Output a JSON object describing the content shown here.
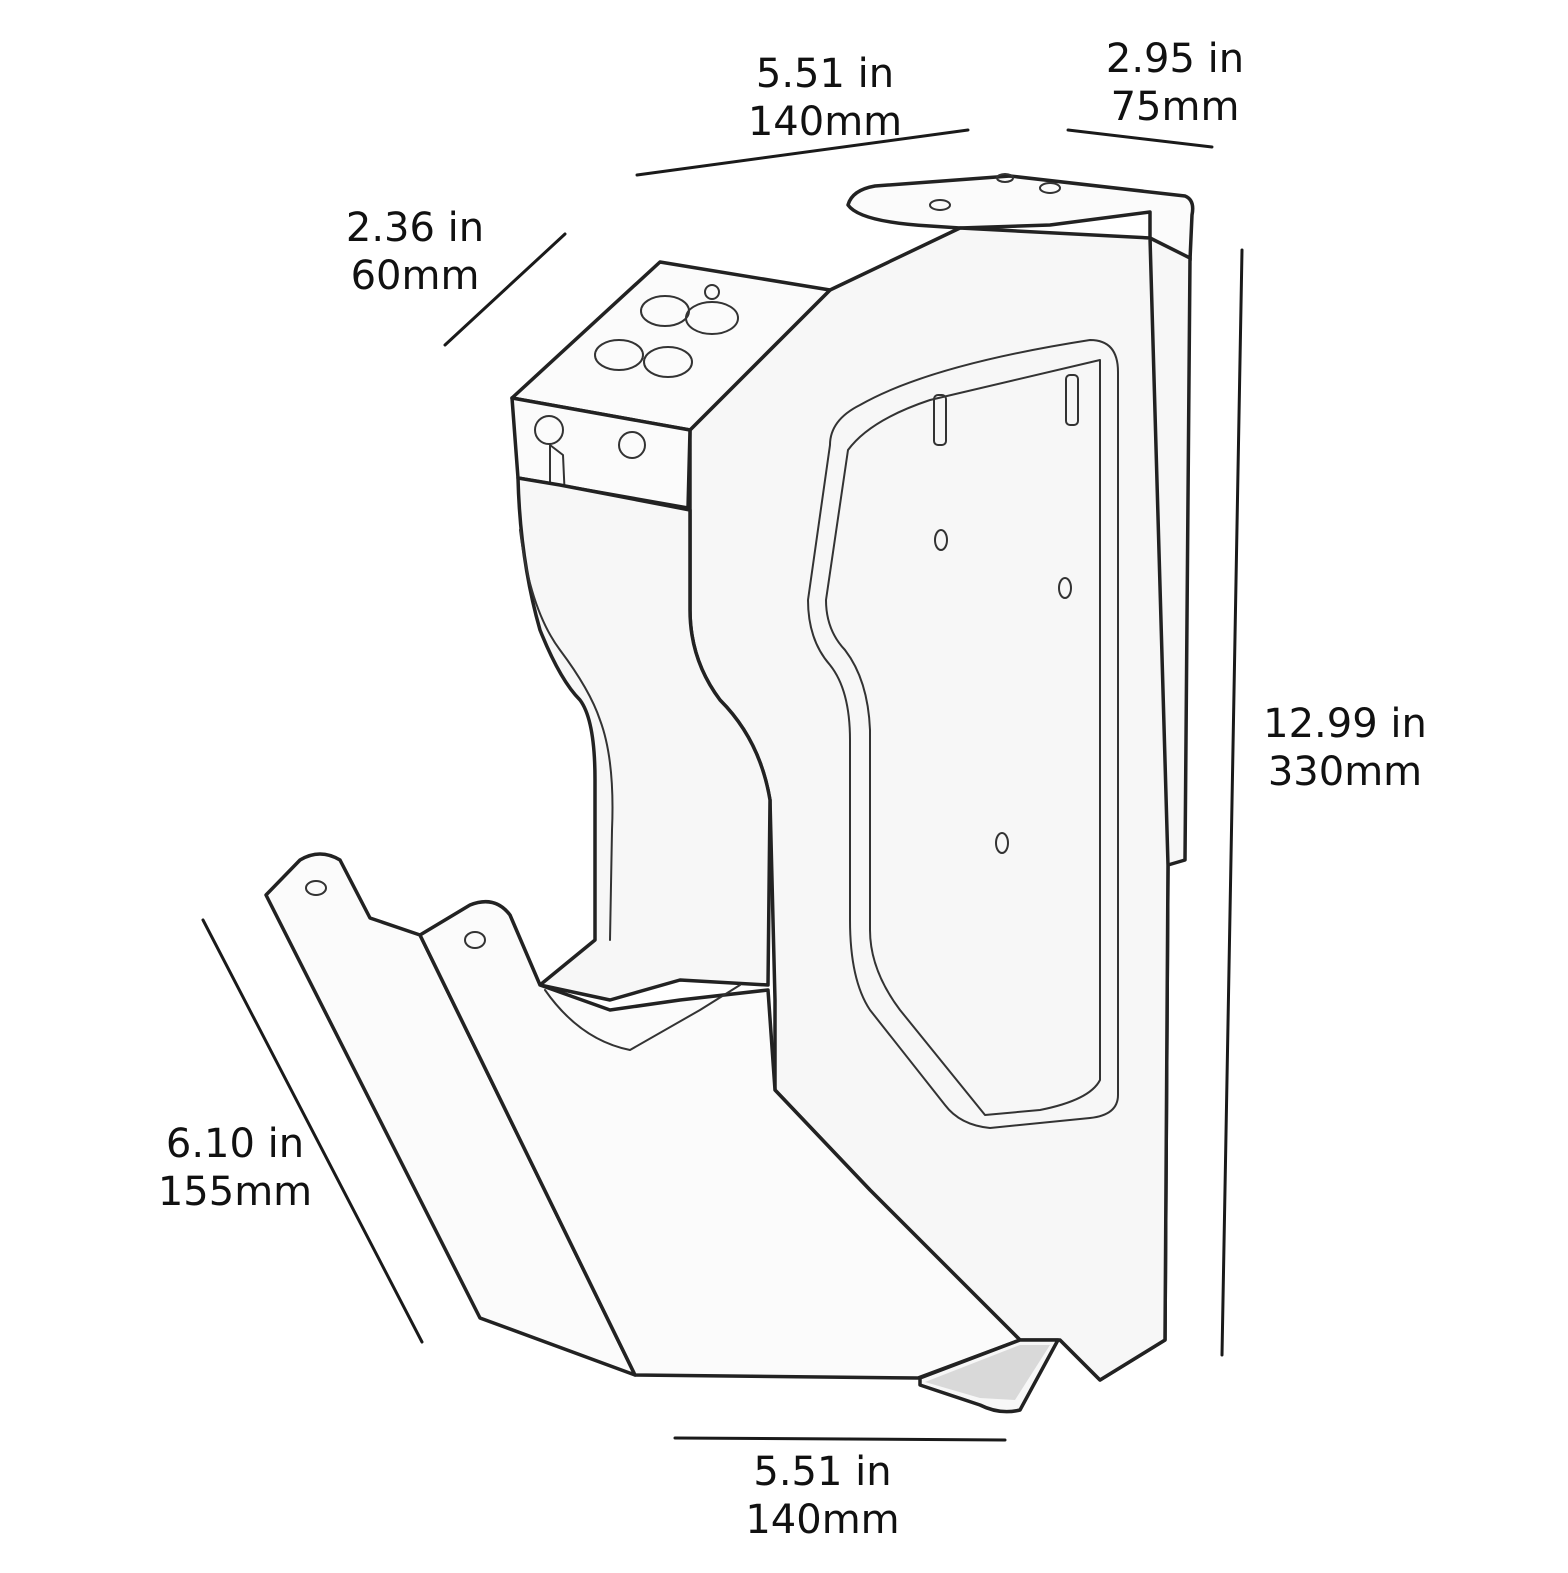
{
  "dimensions": {
    "top_width": {
      "inches": "5.51 in",
      "mm": "140mm"
    },
    "top_depth": {
      "inches": "2.95 in",
      "mm": "75mm"
    },
    "lid_depth": {
      "inches": "2.36 in",
      "mm": "60mm"
    },
    "height": {
      "inches": "12.99 in",
      "mm": "330mm"
    },
    "drawer_depth": {
      "inches": "6.10 in",
      "mm": "155mm"
    },
    "bottom_width": {
      "inches": "5.51 in",
      "mm": "140mm"
    }
  },
  "colors": {
    "line": "#222222",
    "background": "#ffffff"
  }
}
